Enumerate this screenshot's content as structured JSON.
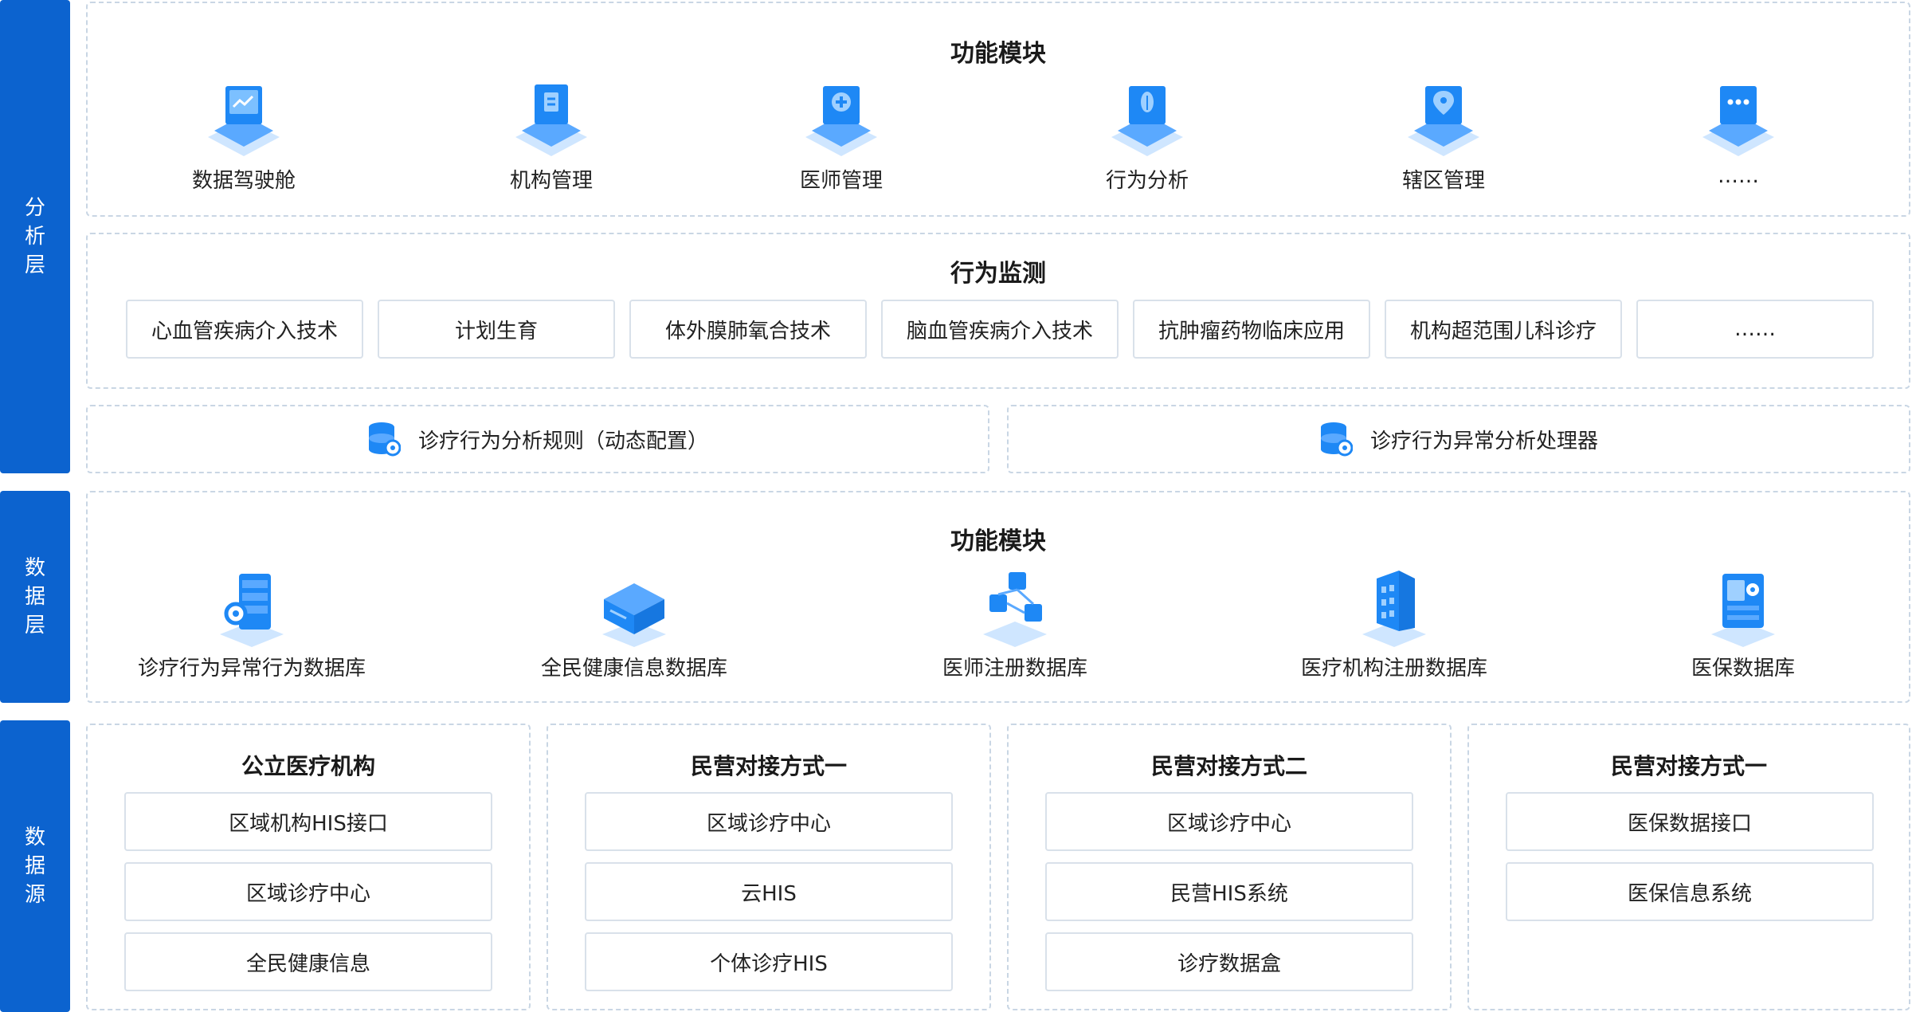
{
  "layers": {
    "analysis": "分析层",
    "data": "数据层",
    "source": "数据源"
  },
  "analysis": {
    "modules_title": "功能模块",
    "modules": [
      "数据驾驶舱",
      "机构管理",
      "医师管理",
      "行为分析",
      "辖区管理",
      "……"
    ],
    "monitor_title": "行为监测",
    "monitor_items": [
      "心血管疾病介入技术",
      "计划生育",
      "体外膜肺氧合技术",
      "脑血管疾病介入技术",
      "抗肿瘤药物临床应用",
      "机构超范围儿科诊疗",
      "……"
    ],
    "rule_left": "诊疗行为分析规则（动态配置）",
    "rule_right": "诊疗行为异常分析处理器"
  },
  "datalayer": {
    "title": "功能模块",
    "items": [
      "诊疗行为异常行为数据库",
      "全民健康信息数据库",
      "医师注册数据库",
      "医疗机构注册数据库",
      "医保数据库"
    ]
  },
  "sources": [
    {
      "title": "公立医疗机构",
      "items": [
        "区域机构HIS接口",
        "区域诊疗中心",
        "全民健康信息"
      ]
    },
    {
      "title": "民营对接方式一",
      "items": [
        "区域诊疗中心",
        "云HIS",
        "个体诊疗HIS"
      ]
    },
    {
      "title": "民营对接方式二",
      "items": [
        "区域诊疗中心",
        "民营HIS系统",
        "诊疗数据盒"
      ]
    },
    {
      "title": "民营对接方式一",
      "items": [
        "医保数据接口",
        "医保信息系统"
      ]
    }
  ],
  "colors": {
    "accent": "#0c63cf",
    "icon_blue": "#1e88f5",
    "dash": "#c9d6e4"
  }
}
